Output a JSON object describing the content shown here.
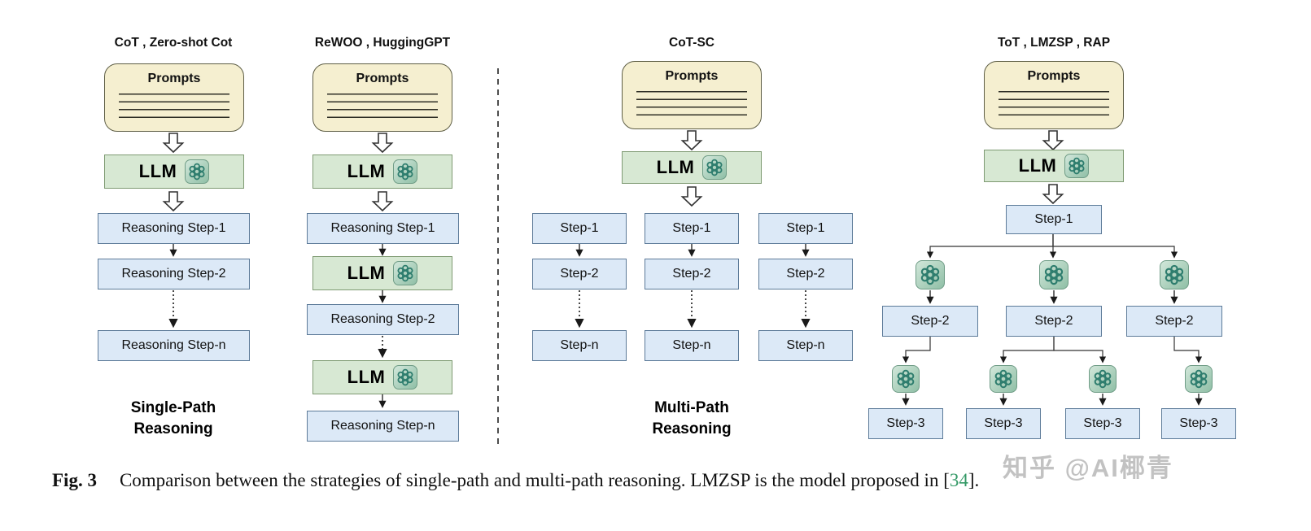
{
  "columns": {
    "col1": {
      "title": "CoT , Zero-shot Cot",
      "prompts_label": "Prompts",
      "llm_label": "LLM",
      "steps": [
        "Reasoning Step-1",
        "Reasoning Step-2",
        "Reasoning Step-n"
      ],
      "footer_line1": "Single-Path",
      "footer_line2": "Reasoning"
    },
    "col2": {
      "title": "ReWOO , HuggingGPT",
      "prompts_label": "Prompts",
      "llm_label": "LLM",
      "steps": [
        "Reasoning Step-1",
        "Reasoning Step-2",
        "Reasoning Step-n"
      ]
    },
    "col3": {
      "title": "CoT-SC",
      "prompts_label": "Prompts",
      "llm_label": "LLM",
      "paths": [
        [
          "Step-1",
          "Step-2",
          "Step-n"
        ],
        [
          "Step-1",
          "Step-2",
          "Step-n"
        ],
        [
          "Step-1",
          "Step-2",
          "Step-n"
        ]
      ],
      "footer_line1": "Multi-Path",
      "footer_line2": "Reasoning"
    },
    "col4": {
      "title": "ToT , LMZSP , RAP",
      "prompts_label": "Prompts",
      "llm_label": "LLM",
      "step1": "Step-1",
      "step2": [
        "Step-2",
        "Step-2",
        "Step-2"
      ],
      "step3": [
        "Step-3",
        "Step-3",
        "Step-3",
        "Step-3"
      ]
    }
  },
  "caption": {
    "fig_label": "Fig. 3",
    "body": "Comparison between the strategies of single-path and multi-path reasoning. LMZSP is the model proposed in [",
    "ref": "34",
    "tail": "]."
  },
  "watermark": "知乎 @AI椰青",
  "icons": {
    "llm_logo": "openai-logo"
  },
  "colors": {
    "prompts_fill": "#f5efd0",
    "llm_fill": "#d7e8d3",
    "step_fill": "#dce9f7",
    "icon_teal": "#2e7d6e",
    "reference_green": "#339966"
  }
}
